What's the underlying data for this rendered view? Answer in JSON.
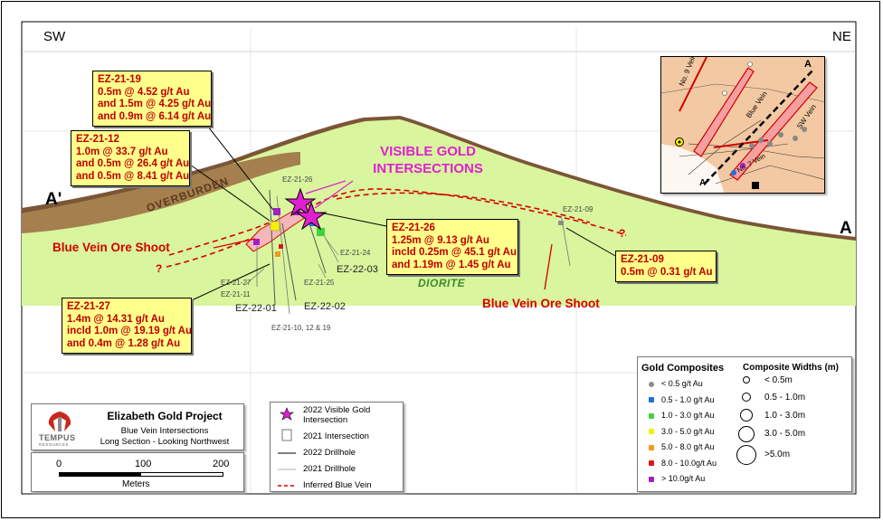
{
  "directions": {
    "left": "SW",
    "right": "NE"
  },
  "section_ends": {
    "left": "A'",
    "right": "A"
  },
  "units": {
    "overburden": "OVERBURDEN",
    "diorite": "DIORITE"
  },
  "annotations": {
    "visible_gold": [
      "VISIBLE GOLD",
      "INTERSECTIONS"
    ],
    "ore_shoot_left": "Blue Vein Ore Shoot",
    "ore_shoot_right": "Blue Vein Ore Shoot",
    "question": "?"
  },
  "callouts": {
    "ez2119": {
      "lines": [
        "EZ-21-19",
        "0.5m @ 4.52 g/t Au",
        "and 1.5m @ 4.25 g/t Au",
        "and 0.9m @ 6.14 g/t Au"
      ]
    },
    "ez2112": {
      "lines": [
        "EZ-21-12",
        "1.0m @ 33.7 g/t Au",
        "and 0.5m @ 26.4 g/t Au",
        "and 0.5m @ 8.41 g/t Au"
      ]
    },
    "ez2126": {
      "lines": [
        "EZ-21-26",
        "1.25m @ 9.13 g/t Au",
        "incld 0.25m @ 45.1 g/t Au",
        "and 1.19m @ 1.45 g/t Au"
      ]
    },
    "ez2109": {
      "lines": [
        "EZ-21-09",
        "0.5m @ 0.31 g/t Au"
      ]
    },
    "ez2127": {
      "lines": [
        "EZ-21-27",
        "1.4m @ 14.31 g/t Au",
        "incld 1.0m @ 19.19 g/t Au",
        "and 0.4m @ 1.28 g/t Au"
      ]
    }
  },
  "drillhole_labels": {
    "ez2126": "EZ-21-26",
    "ez2109": "EZ-21-09",
    "ez2124": "EZ-21-24",
    "ez2203": "EZ-22-03",
    "ez2127": "EZ-21-27",
    "ez2111": "EZ-21-11",
    "ez2125": "EZ-21-25",
    "ez2201": "EZ-22-01",
    "ez2202": "EZ-22-02",
    "ez2110": "EZ-21-10, 12 & 19"
  },
  "inset_map": {
    "veins": [
      "No. 9 Vein",
      "Blue Vein",
      "SW Vein",
      "No. 7 Vein"
    ],
    "section_ends": [
      "A",
      "A'"
    ]
  },
  "legend_gold": {
    "title": "Gold Composites",
    "items": [
      {
        "label": "< 0.5 g/t Au",
        "color": "#8c8c8c"
      },
      {
        "label": "0.5 - 1.0 g/t Au",
        "color": "#1e6fe0"
      },
      {
        "label": "1.0 - 3.0 g/t Au",
        "color": "#3fd23f"
      },
      {
        "label": "3.0 - 5.0 g/t Au",
        "color": "#f2f200"
      },
      {
        "label": "5.0 - 8.0 g/t Au",
        "color": "#f39a1c"
      },
      {
        "label": "8.0 - 10.0g/t Au",
        "color": "#d61a1a"
      },
      {
        "label": "> 10.0g/t Au",
        "color": "#a020c8"
      }
    ]
  },
  "legend_widths": {
    "title": "Composite Widths (m)",
    "items": [
      "< 0.5m",
      "0.5 - 1.0m",
      "1.0 - 3.0m",
      "3.0 - 5.0m",
      ">5.0m"
    ]
  },
  "legend_symbols": {
    "items": [
      "2022 Visible Gold Intersection",
      "2021 Intersection",
      "2022 Drillhole",
      "2021 Drillhole",
      "Inferred Blue Vein"
    ]
  },
  "title_block": {
    "company": "TEMPUS",
    "company_sub": "RESOURCES",
    "project": "Elizabeth Gold Project",
    "line1": "Blue Vein Intersections",
    "line2": "Long Section - Looking Northwest"
  },
  "scale_bar": {
    "ticks": [
      "0",
      "100",
      "200"
    ],
    "unit": "Meters"
  },
  "colors": {
    "diorite": "#d9f59e",
    "overburden": "#9b6a3e",
    "callout": "#ffff8c",
    "callout_text": "#c00000",
    "vein": "#f4b8b8",
    "vein_edge": "#d40000",
    "magenta": "#e020d0",
    "inset_bg": "#f3c9a3"
  }
}
